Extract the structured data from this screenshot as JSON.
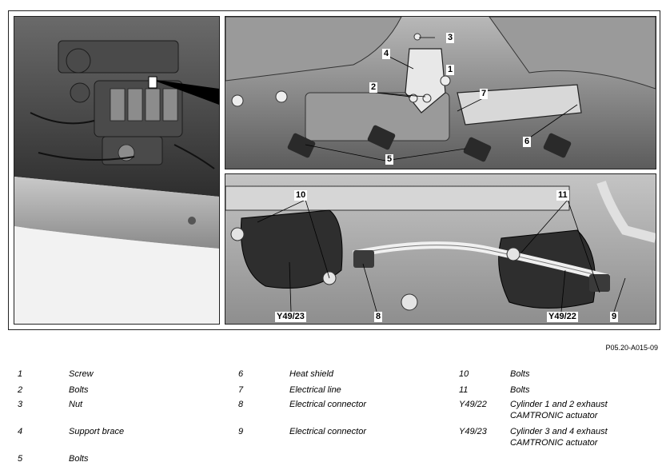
{
  "figure_id": "P05.20-A015-09",
  "callouts": {
    "c1": "1",
    "c2": "2",
    "c3": "3",
    "c4": "4",
    "c5": "5",
    "c6": "6",
    "c7": "7",
    "c10": "10",
    "c11": "11",
    "c8": "8",
    "c9": "9",
    "y4923": "Y49/23",
    "y4922": "Y49/22"
  },
  "legend": [
    {
      "num": "1",
      "desc": "Screw"
    },
    {
      "num": "2",
      "desc": "Bolts"
    },
    {
      "num": "3",
      "desc": "Nut"
    },
    {
      "num": "4",
      "desc": "Support brace"
    },
    {
      "num": "5",
      "desc": "Bolts"
    },
    {
      "num": "6",
      "desc": "Heat shield"
    },
    {
      "num": "7",
      "desc": "Electrical line"
    },
    {
      "num": "8",
      "desc": "Electrical connector"
    },
    {
      "num": "9",
      "desc": "Electrical connector"
    },
    {
      "num": "10",
      "desc": "Bolts"
    },
    {
      "num": "11",
      "desc": "Bolts"
    },
    {
      "num": "Y49/22",
      "desc": "Cylinder 1 and 2 exhaust",
      "desc2": "CAMTRONIC actuator"
    },
    {
      "num": "Y49/23",
      "desc": "Cylinder 3 and 4 exhaust",
      "desc2": "CAMTRONIC actuator"
    }
  ]
}
